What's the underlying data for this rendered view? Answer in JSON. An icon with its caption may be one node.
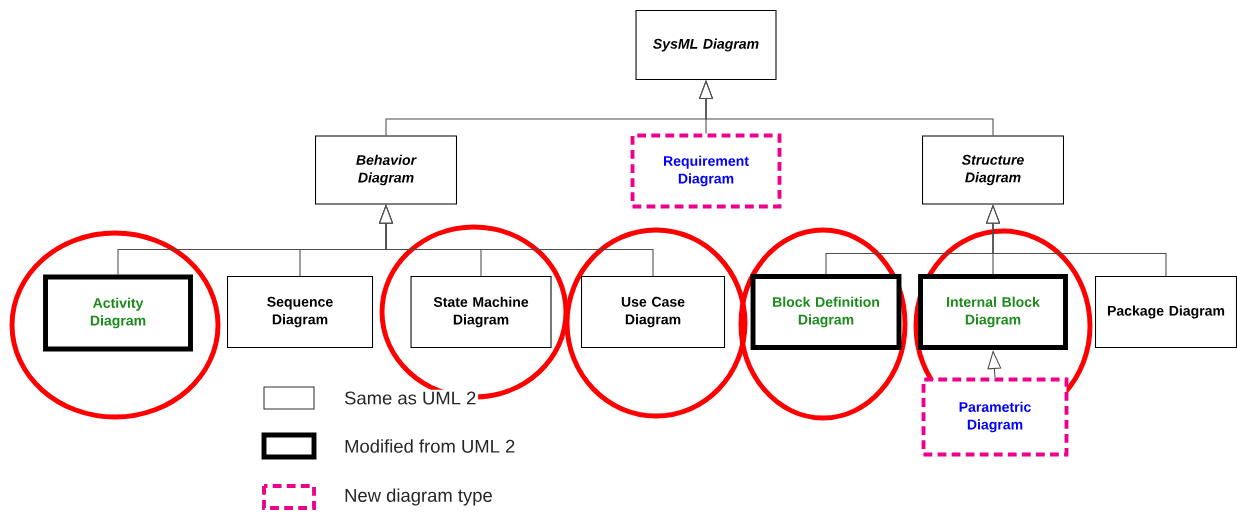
{
  "diagram": {
    "nodes": [
      {
        "text": [
          "SysML Diagram"
        ]
      },
      {
        "text": [
          "Behavior Diagram"
        ]
      },
      {
        "text": [
          "Requirement Diagram"
        ]
      },
      {
        "text": [
          "Structure Diagram"
        ]
      },
      {
        "text": [
          "Activity Diagram"
        ]
      },
      {
        "text": [
          "Sequence Diagram"
        ]
      },
      {
        "text": [
          "State Machine Diagram"
        ]
      },
      {
        "text": [
          "Use Case Diagram"
        ]
      },
      {
        "text": [
          "Block Definition Diagram"
        ]
      },
      {
        "text": [
          "Internal Block Diagram"
        ]
      },
      {
        "text": [
          "Package Diagram"
        ]
      },
      {
        "text": [
          "Parametric Diagram"
        ]
      }
    ],
    "edges": [
      {
        "from": 1,
        "to": 0,
        "arrow": "to"
      },
      {
        "from": 2,
        "to": 0,
        "arrow": "to"
      },
      {
        "from": 3,
        "to": 0,
        "arrow": "to"
      },
      {
        "from": 4,
        "to": 1,
        "arrow": "to"
      },
      {
        "from": 5,
        "to": 1,
        "arrow": "to"
      },
      {
        "from": 6,
        "to": 1,
        "arrow": "to"
      },
      {
        "from": 7,
        "to": 1,
        "arrow": "to"
      },
      {
        "from": 8,
        "to": 3,
        "arrow": "to"
      },
      {
        "from": 9,
        "to": 3,
        "arrow": "to"
      },
      {
        "from": 10,
        "to": 3,
        "arrow": "to"
      },
      {
        "from": 11,
        "to": 9,
        "arrow": "to"
      }
    ],
    "legend": [
      {
        "text": "Same as UML 2"
      },
      {
        "text": "Modified from UML 2"
      },
      {
        "text": "New diagram type"
      }
    ]
  }
}
